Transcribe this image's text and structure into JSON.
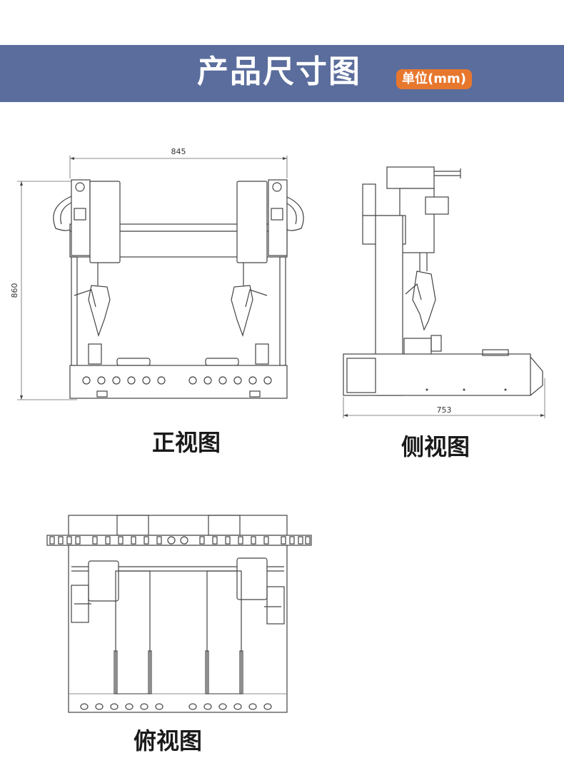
{
  "header": {
    "title": "产品尺寸图",
    "unit": "单位(mm)",
    "background_color": "#5a6d9c",
    "badge_color": "#e8772e"
  },
  "front_view": {
    "label": "正视图",
    "width_dim": "845",
    "height_dim": "860"
  },
  "side_view": {
    "label": "侧视图",
    "depth_dim": "753"
  },
  "top_view": {
    "label": "俯视图"
  }
}
